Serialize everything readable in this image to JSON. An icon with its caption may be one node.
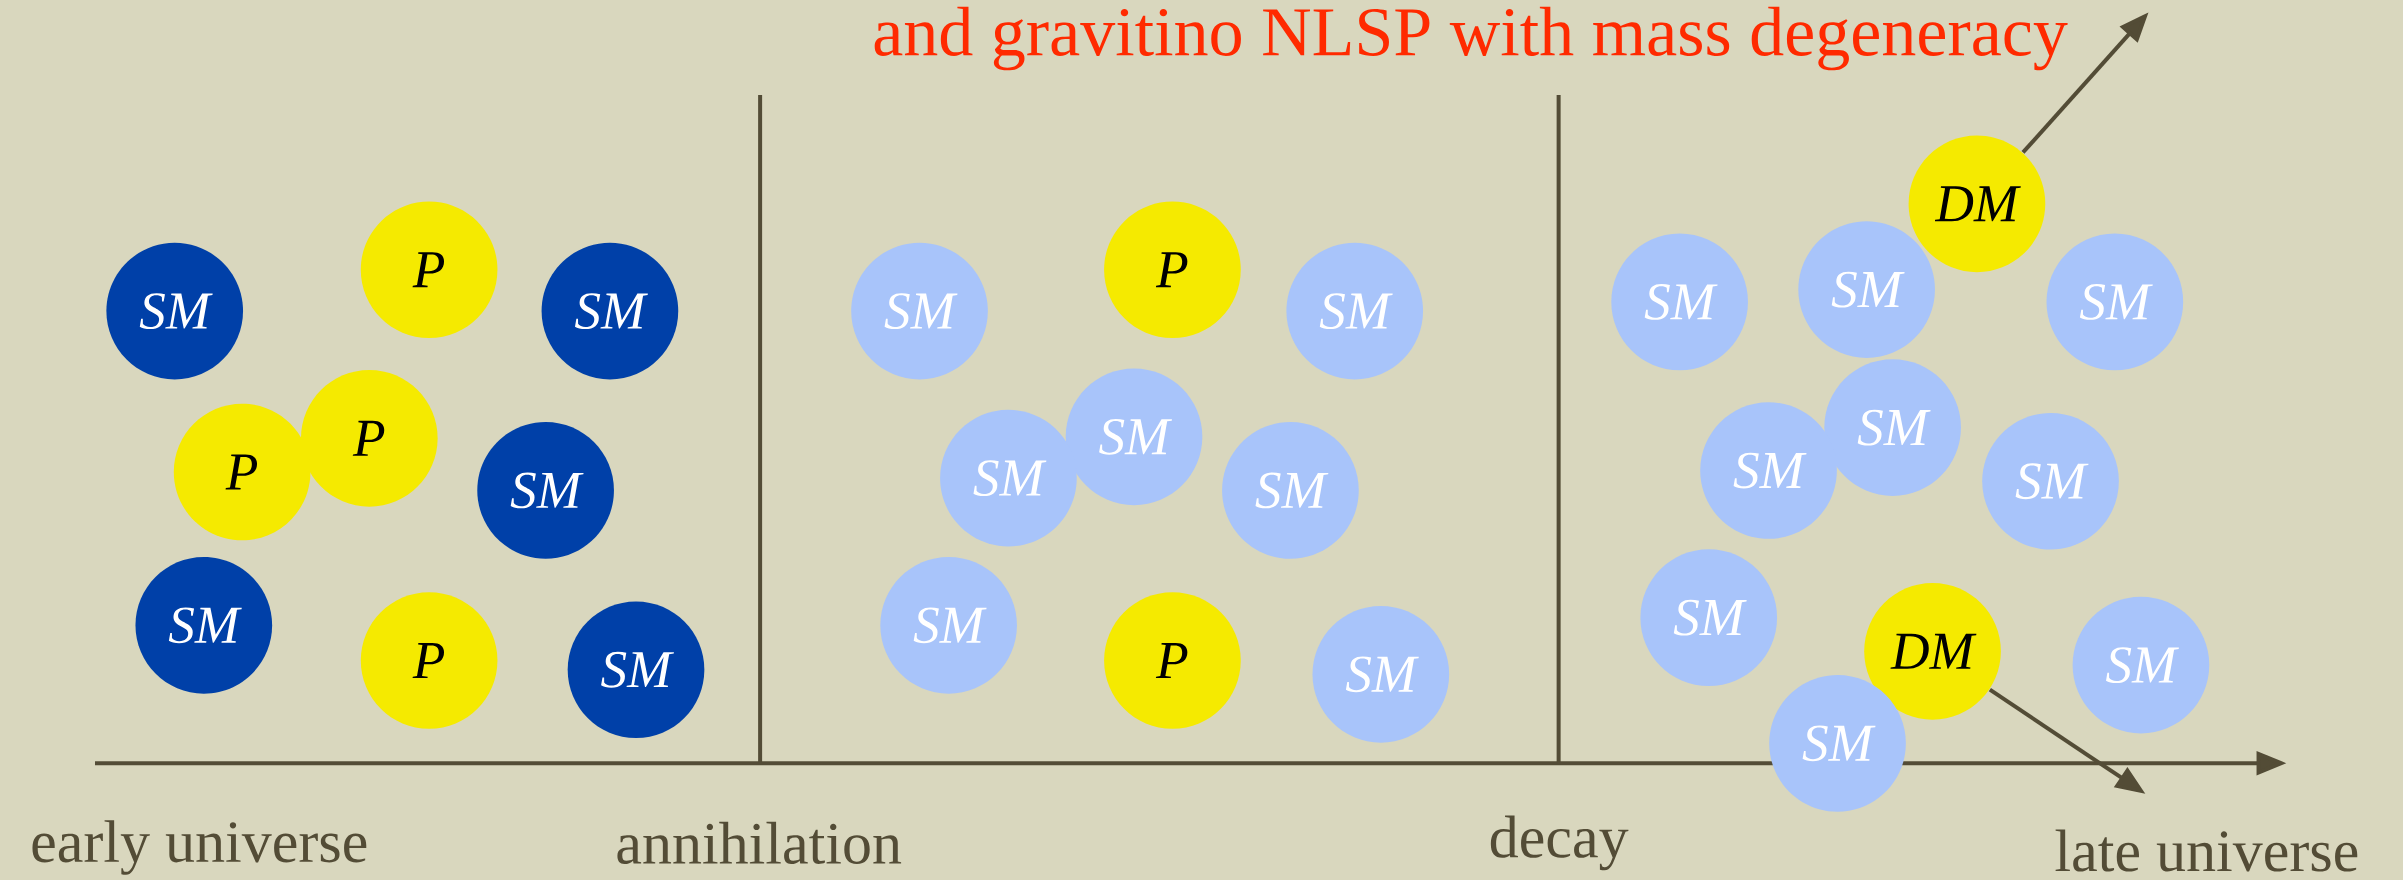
{
  "diagram": {
    "title": "and gravitino NLSP with mass degeneracy",
    "nodes": [
      {
        "text": [
          "P"
        ]
      },
      {
        "text": [
          "SM"
        ]
      },
      {
        "text": [
          "SM"
        ]
      },
      {
        "text": [
          "P"
        ]
      },
      {
        "text": [
          "P"
        ]
      },
      {
        "text": [
          "SM"
        ]
      },
      {
        "text": [
          "SM"
        ]
      },
      {
        "text": [
          "P"
        ]
      },
      {
        "text": [
          "SM"
        ]
      },
      {
        "text": [
          "P"
        ]
      },
      {
        "text": [
          "SM"
        ]
      },
      {
        "text": [
          "SM"
        ]
      },
      {
        "text": [
          "SM"
        ]
      },
      {
        "text": [
          "SM"
        ]
      },
      {
        "text": [
          "SM"
        ]
      },
      {
        "text": [
          "SM"
        ]
      },
      {
        "text": [
          "P"
        ]
      },
      {
        "text": [
          "SM"
        ]
      },
      {
        "text": [
          "DM"
        ]
      },
      {
        "text": [
          "SM"
        ]
      },
      {
        "text": [
          "SM"
        ]
      },
      {
        "text": [
          "SM"
        ]
      },
      {
        "text": [
          "SM"
        ]
      },
      {
        "text": [
          "SM"
        ]
      },
      {
        "text": [
          "SM"
        ]
      },
      {
        "text": [
          "SM"
        ]
      },
      {
        "text": [
          "DM"
        ]
      },
      {
        "text": [
          "SM"
        ]
      },
      {
        "text": [
          "SM"
        ]
      }
    ],
    "edges": [
      {
        "from": 18,
        "to": null,
        "arrow": "to"
      },
      {
        "from": 26,
        "to": null,
        "arrow": "to"
      }
    ],
    "labels": [
      "early universe",
      "annihilation",
      "decay",
      "late universe"
    ]
  }
}
